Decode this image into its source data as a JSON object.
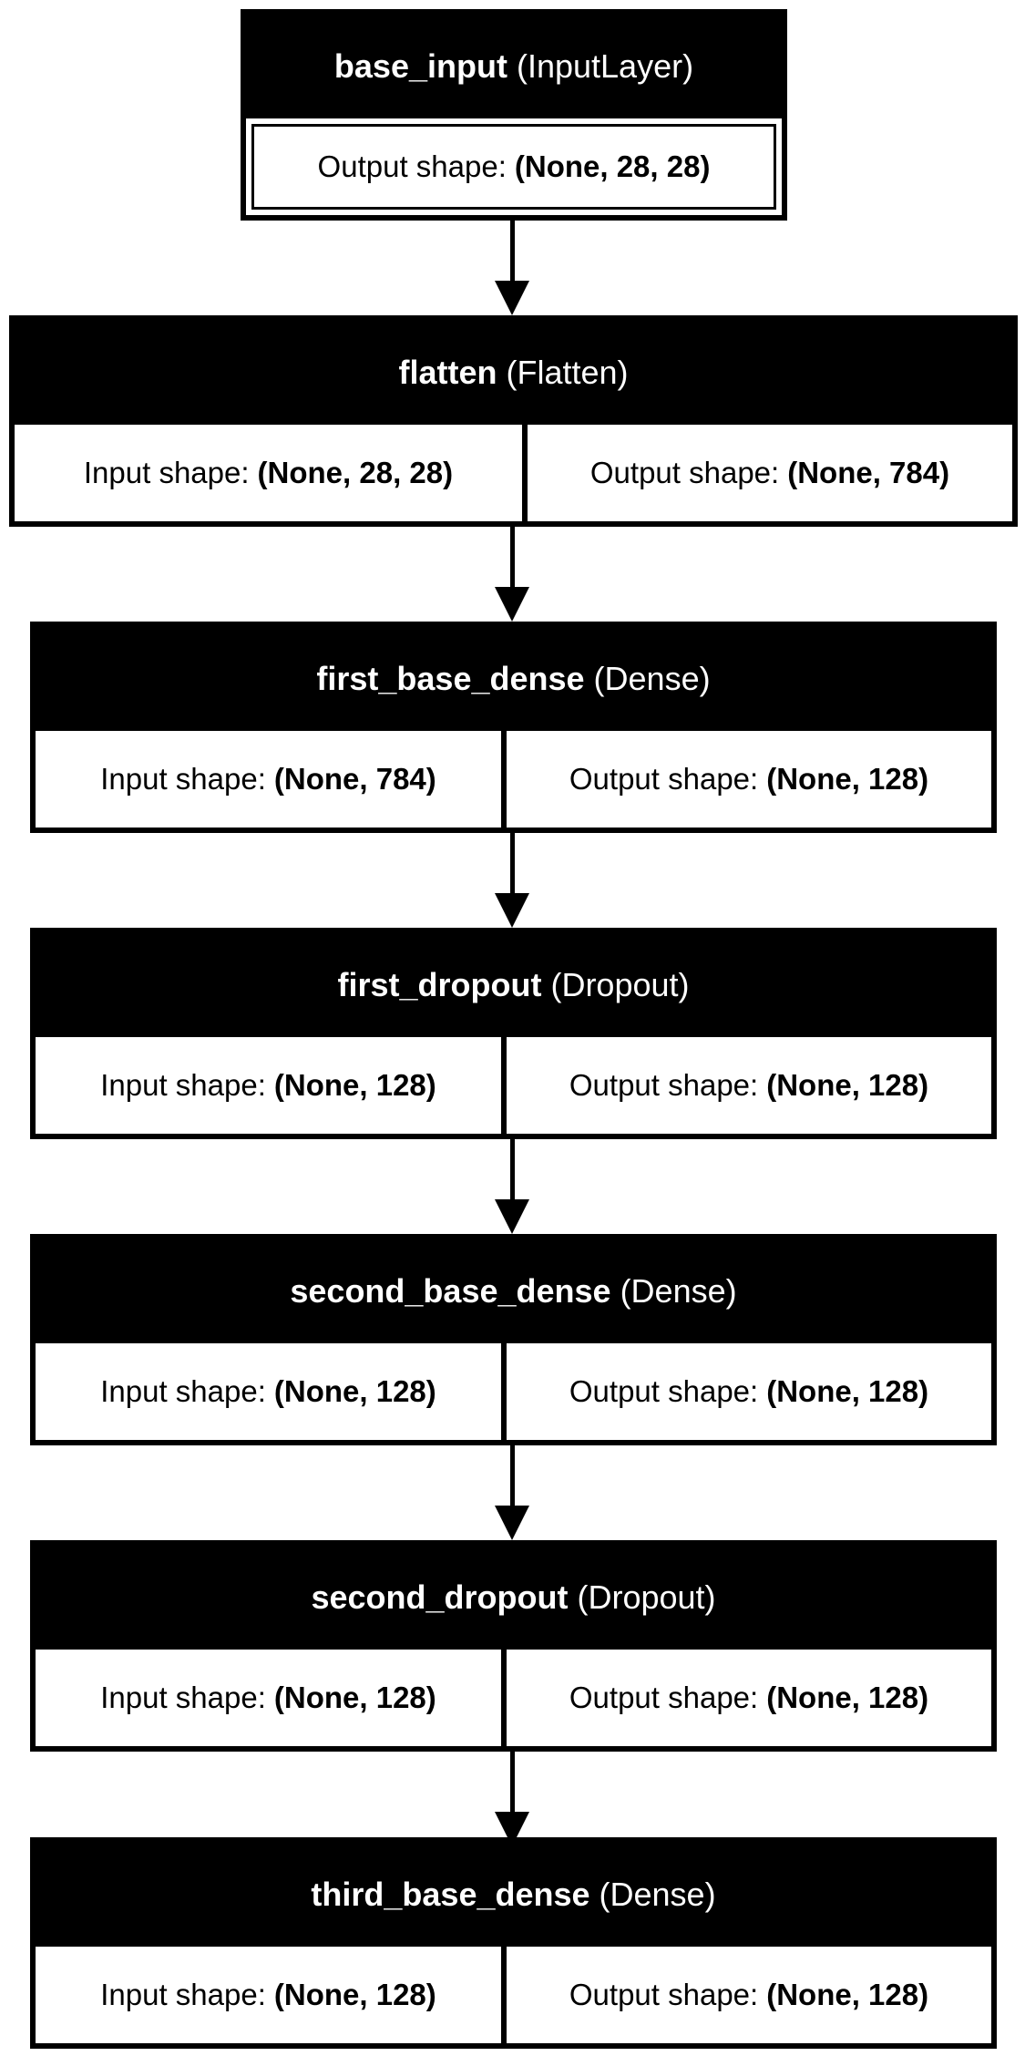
{
  "layers": [
    {
      "name": "base_input",
      "type": "(InputLayer)",
      "input_label": "",
      "input_shape": "",
      "output_label": "Output shape:",
      "output_shape": "(None, 28, 28)"
    },
    {
      "name": "flatten",
      "type": "(Flatten)",
      "input_label": "Input shape:",
      "input_shape": "(None, 28, 28)",
      "output_label": "Output shape:",
      "output_shape": "(None, 784)"
    },
    {
      "name": "first_base_dense",
      "type": "(Dense)",
      "input_label": "Input shape:",
      "input_shape": "(None, 784)",
      "output_label": "Output shape:",
      "output_shape": "(None, 128)"
    },
    {
      "name": "first_dropout",
      "type": "(Dropout)",
      "input_label": "Input shape:",
      "input_shape": "(None, 128)",
      "output_label": "Output shape:",
      "output_shape": "(None, 128)"
    },
    {
      "name": "second_base_dense",
      "type": "(Dense)",
      "input_label": "Input shape:",
      "input_shape": "(None, 128)",
      "output_label": "Output shape:",
      "output_shape": "(None, 128)"
    },
    {
      "name": "second_dropout",
      "type": "(Dropout)",
      "input_label": "Input shape:",
      "input_shape": "(None, 128)",
      "output_label": "Output shape:",
      "output_shape": "(None, 128)"
    },
    {
      "name": "third_base_dense",
      "type": "(Dense)",
      "input_label": "Input shape:",
      "input_shape": "(None, 128)",
      "output_label": "Output shape:",
      "output_shape": "(None, 128)"
    }
  ],
  "colors": {
    "header_bg": "#000000",
    "header_text": "#ffffff",
    "body_bg": "#ffffff",
    "border": "#000000"
  }
}
